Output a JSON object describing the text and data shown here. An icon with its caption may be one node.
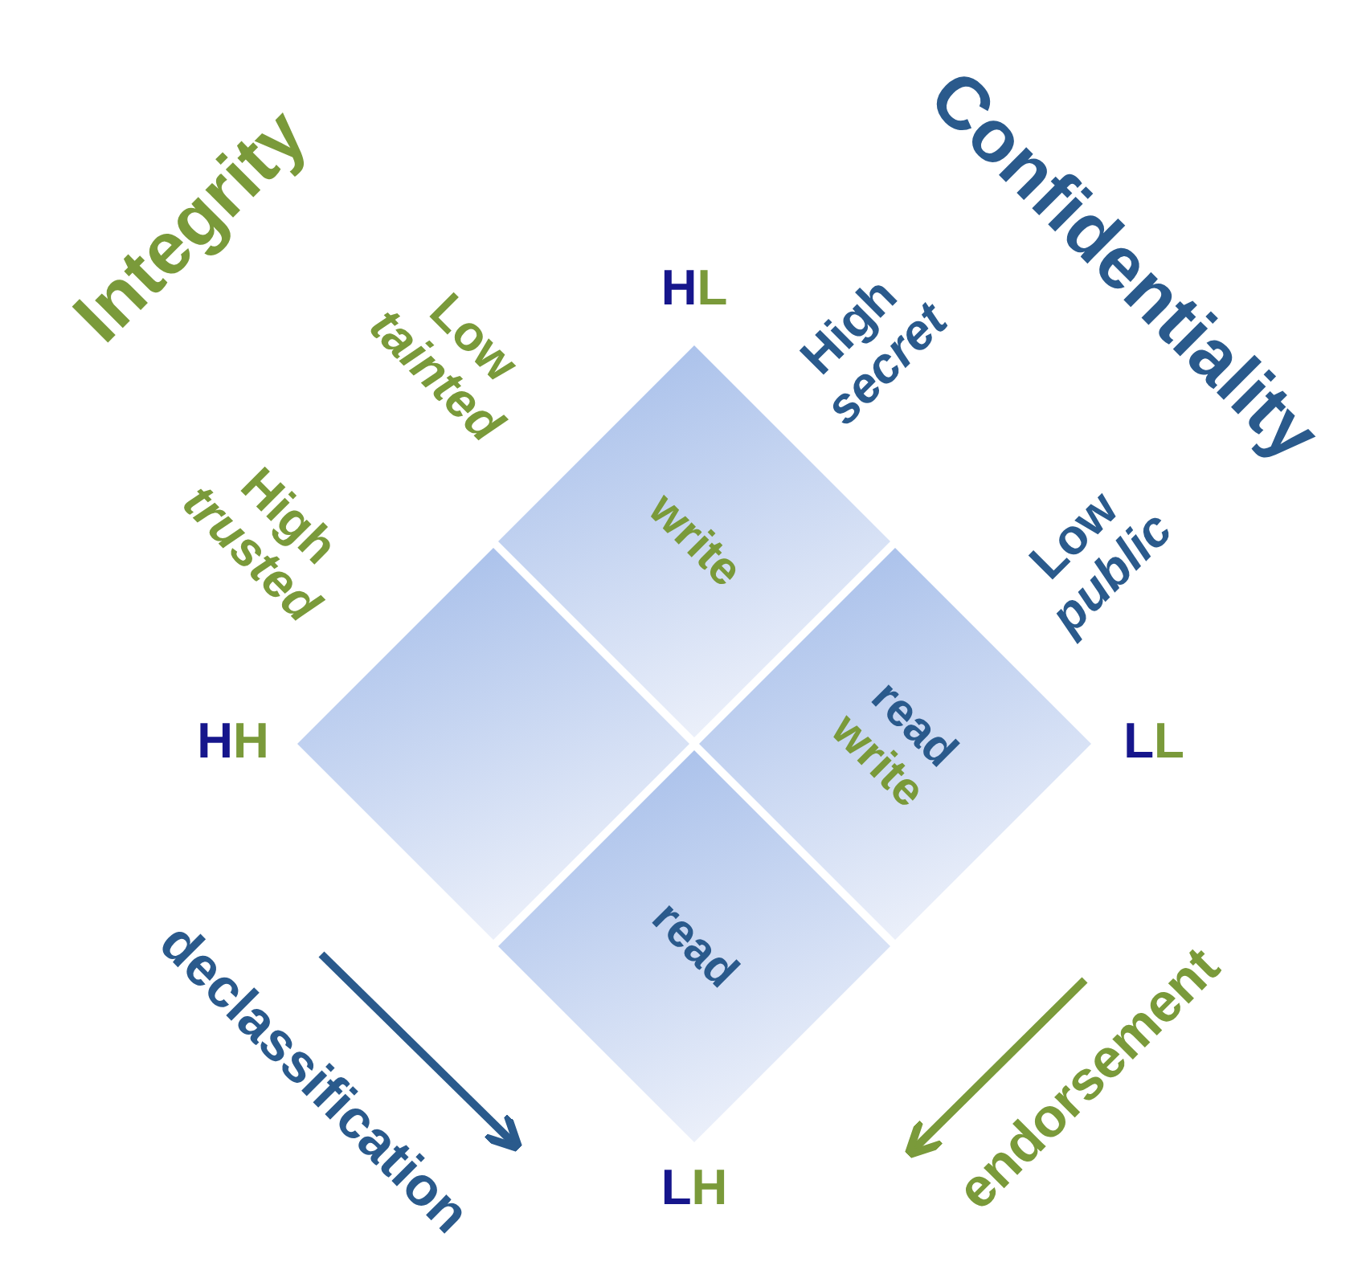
{
  "diagram": {
    "nodes": [
      {
        "text": [
          "write"
        ]
      },
      {
        "text": [],
        "shape": "diamond"
      },
      {
        "text": [
          "read",
          "write"
        ]
      },
      {
        "text": [
          "read"
        ]
      }
    ],
    "labels": [
      "Integrity",
      "Confidentiality",
      "Low *tainted*",
      "High *trusted*",
      "High *secret*",
      "Low *public*",
      "HL",
      "HH",
      "LL",
      "LH",
      "declassification",
      "endorsement"
    ]
  }
}
